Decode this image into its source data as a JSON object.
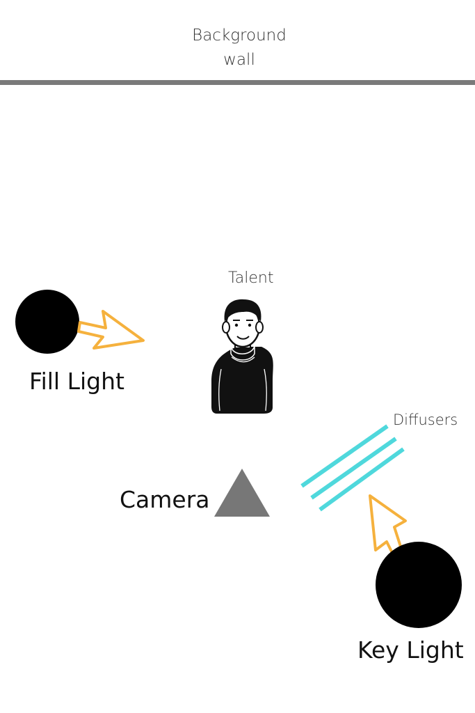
{
  "wall": {
    "line1": "Background",
    "line2": "wall"
  },
  "talent": {
    "label": "Talent"
  },
  "fill_light": {
    "label": "Fill Light"
  },
  "diffusers": {
    "label": "Diffusers"
  },
  "camera": {
    "label": "Camera"
  },
  "key_light": {
    "label": "Key Light"
  },
  "colors": {
    "wall": "#7a7a7a",
    "light": "#000000",
    "arrow": "#f5b13d",
    "diffuser": "#4fd8dc",
    "camera": "#777777"
  },
  "icons": {
    "fill": "light-circle-icon",
    "key": "light-circle-icon",
    "camera": "camera-triangle-icon",
    "talent": "person-icon",
    "arrows": "arrow-outline-icon"
  }
}
